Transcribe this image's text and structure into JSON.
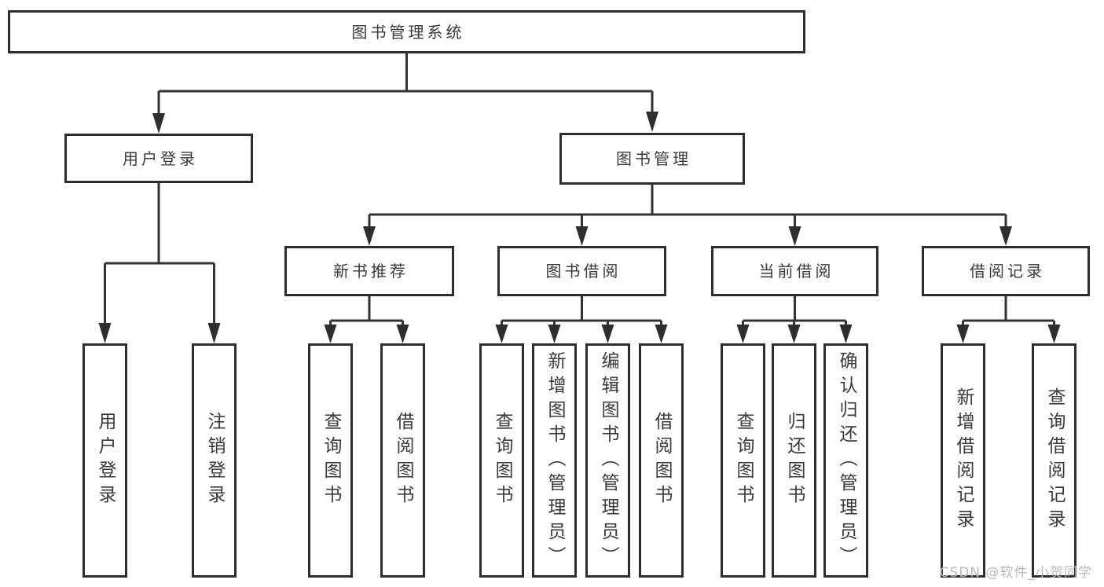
{
  "diagram": {
    "root": {
      "label": "图书管理系统"
    },
    "branches": [
      {
        "label": "用户登录",
        "children": [
          {
            "label": "用户登录"
          },
          {
            "label": "注销登录"
          }
        ]
      },
      {
        "label": "图书管理",
        "children": [
          {
            "label": "新书推荐",
            "children": [
              {
                "label": "查询图书"
              },
              {
                "label": "借阅图书"
              }
            ]
          },
          {
            "label": "图书借阅",
            "children": [
              {
                "label": "查询图书"
              },
              {
                "label": "新增图书（管理员）"
              },
              {
                "label": "编辑图书（管理员）"
              },
              {
                "label": "借阅图书"
              }
            ]
          },
          {
            "label": "当前借阅",
            "children": [
              {
                "label": "查询图书"
              },
              {
                "label": "归还图书"
              },
              {
                "label": "确认归还（管理员）"
              }
            ]
          },
          {
            "label": "借阅记录",
            "children": [
              {
                "label": "新增借阅记录"
              },
              {
                "label": "查询借阅记录"
              }
            ]
          }
        ]
      }
    ]
  },
  "watermark": {
    "text": "CSDN @软件_小贺同学"
  },
  "colors": {
    "line": "#333333",
    "box_border": "#2e2e2e",
    "text": "#3a3a3a",
    "watermark": "#b9b9b9",
    "background": "#ffffff"
  }
}
